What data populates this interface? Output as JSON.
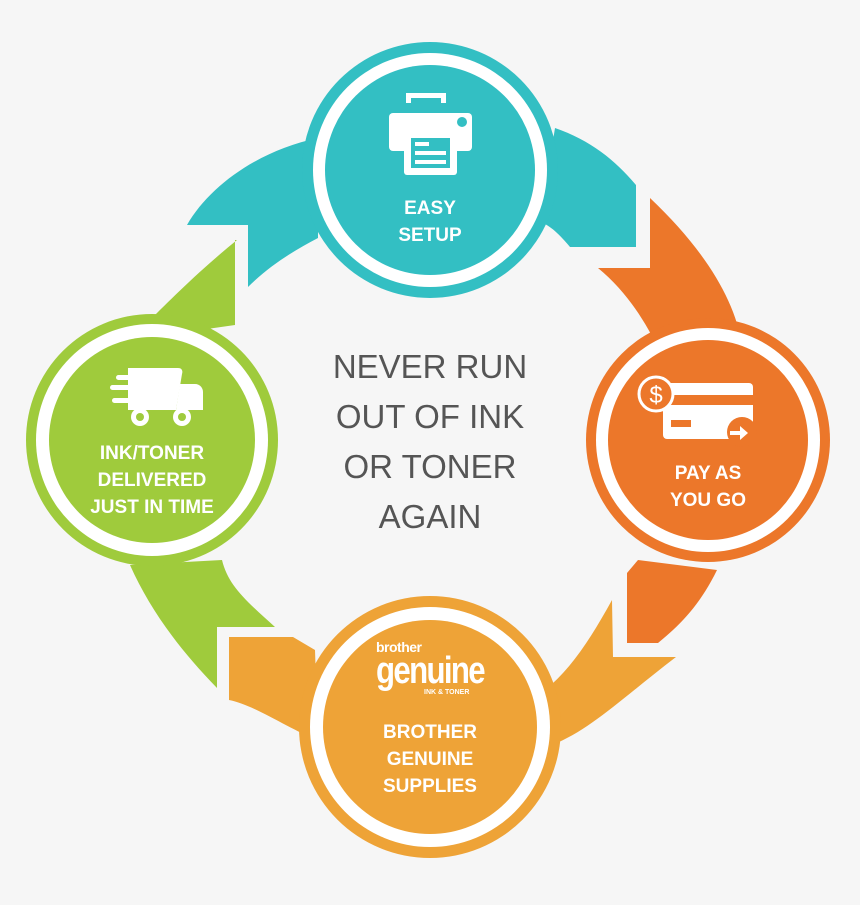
{
  "colors": {
    "background": "#f6f6f6",
    "teal": "#33bfc3",
    "orange": "#ec772a",
    "green": "#9fcb3c",
    "amber": "#eea337",
    "center_text": "#555555",
    "white": "#ffffff"
  },
  "center": {
    "lines": [
      "NEVER RUN",
      "OUT OF INK",
      "OR TONER",
      "AGAIN"
    ]
  },
  "steps": [
    {
      "id": "easy-setup",
      "icon": "printer-icon",
      "lines": [
        "EASY",
        "SETUP"
      ],
      "color": "#33bfc3"
    },
    {
      "id": "pay-as-you-go",
      "icon": "credit-card-dollar-icon",
      "lines": [
        "PAY AS",
        "YOU GO"
      ],
      "color": "#ec772a"
    },
    {
      "id": "brother-genuine-supplies",
      "icon": "brother-genuine-logo",
      "lines": [
        "BROTHER",
        "GENUINE",
        "SUPPLIES"
      ],
      "color": "#eea337"
    },
    {
      "id": "ink-toner-delivered",
      "icon": "delivery-truck-icon",
      "lines": [
        "INK/TONER",
        "DELIVERED",
        "JUST IN TIME"
      ],
      "color": "#9fcb3c"
    }
  ],
  "logo": {
    "brand": "brother",
    "word": "genuine",
    "tagline": "INK & TONER"
  }
}
